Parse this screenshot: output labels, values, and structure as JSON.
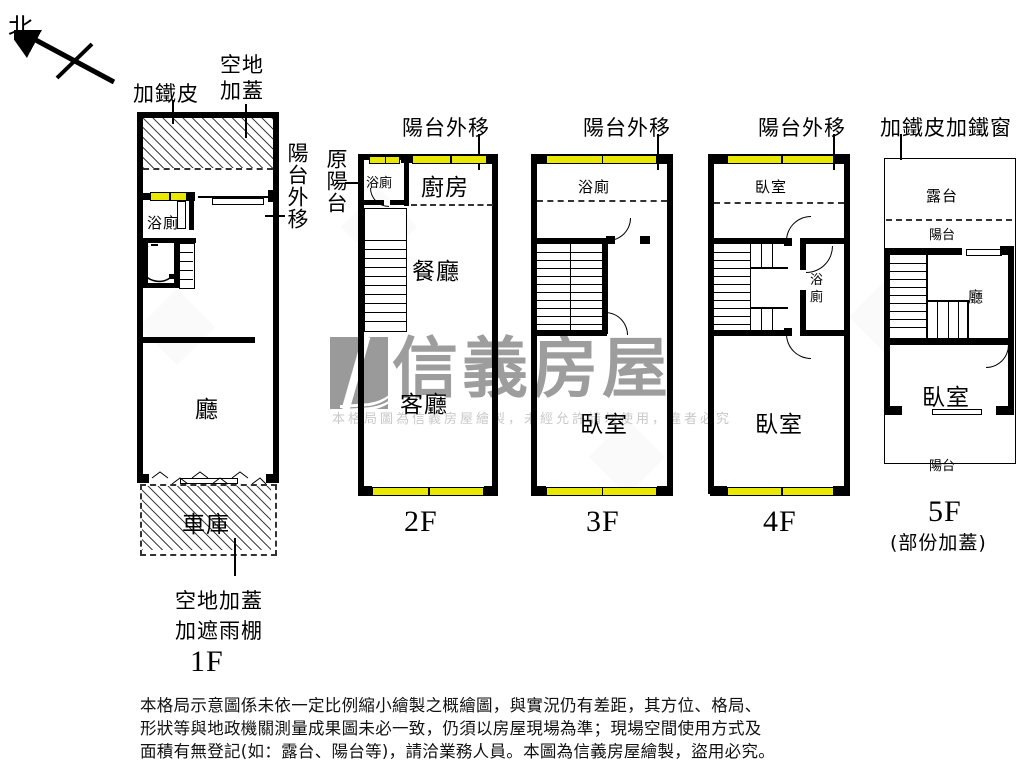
{
  "meta": {
    "title": "房屋格局示意圖",
    "watermark_brand": "信義房屋",
    "watermark_note": "本格局圖為信義房屋繪製，未經允許請勿使用，違者必究"
  },
  "compass": {
    "label": "北",
    "icon": "north-arrow-icon"
  },
  "floors": [
    {
      "id": "1F",
      "name": "1F",
      "sublabel": "",
      "annotations_top": [
        "加鐵皮",
        "空地加蓋"
      ],
      "annotations_right": [
        "陽台外移"
      ],
      "annotations_bottom": [
        "空地加蓋",
        "加遮雨棚"
      ],
      "rooms": [
        "浴廁",
        "廳",
        "車庫"
      ]
    },
    {
      "id": "2F",
      "name": "2F",
      "sublabel": "",
      "annotations_top": [
        "陽台外移"
      ],
      "annotations_left": [
        "原陽台"
      ],
      "rooms": [
        "浴廁",
        "廚房",
        "餐廳",
        "客廳"
      ]
    },
    {
      "id": "3F",
      "name": "3F",
      "sublabel": "",
      "annotations_top": [
        "陽台外移"
      ],
      "rooms": [
        "浴廁",
        "臥室"
      ]
    },
    {
      "id": "4F",
      "name": "4F",
      "sublabel": "",
      "annotations_top": [
        "陽台外移"
      ],
      "rooms": [
        "臥室",
        "浴廁",
        "臥室"
      ]
    },
    {
      "id": "5F",
      "name": "5F",
      "sublabel": "(部份加蓋)",
      "annotations_top": [
        "加鐵皮加鐵窗"
      ],
      "rooms": [
        "露台",
        "陽台",
        "廳",
        "臥室",
        "陽台"
      ]
    }
  ],
  "labels": {
    "north": "北",
    "f1_top_left": "加鐵皮",
    "f1_top_right": "空地加蓋",
    "f1_right_vertical": "陽台外移",
    "f1_bathroom": "浴廁",
    "f1_hall": "廳",
    "f1_garage": "車庫",
    "f1_bottom_1": "空地加蓋",
    "f1_bottom_2": "加遮雨棚",
    "f1_name": "1F",
    "f2_top": "陽台外移",
    "f2_left_vertical": "原陽台",
    "f2_bathroom": "浴廁",
    "f2_kitchen": "廚房",
    "f2_dining": "餐廳",
    "f2_living": "客廳",
    "f2_name": "2F",
    "f3_top": "陽台外移",
    "f3_bathroom": "浴廁",
    "f3_bedroom": "臥室",
    "f3_name": "3F",
    "f4_top": "陽台外移",
    "f4_bedroom_top": "臥室",
    "f4_bathroom": "浴廁",
    "f4_bedroom_bottom": "臥室",
    "f4_name": "4F",
    "f5_top": "加鐵皮加鐵窗",
    "f5_terrace": "露台",
    "f5_balcony_top": "陽台",
    "f5_hall": "廳",
    "f5_bedroom": "臥室",
    "f5_balcony_bottom": "陽台",
    "f5_name": "5F",
    "f5_sub": "(部份加蓋)"
  },
  "disclaimer": {
    "line1": "本格局示意圖係未依一定比例縮小繪製之概繪圖，與實況仍有差距，其方位、格局、",
    "line2": "形狀等與地政機關測量成果圖未必一致，仍須以房屋現場為準；現場空間使用方式及",
    "line3": "面積有無登記(如：露台、陽台等)，請洽業務人員。本圖為信義房屋繪製，盜用必究。"
  },
  "colors": {
    "wall": "#000000",
    "window": "#e9e800",
    "hatch": "#000000",
    "watermark": "#9d9d9d",
    "background": "#ffffff"
  }
}
